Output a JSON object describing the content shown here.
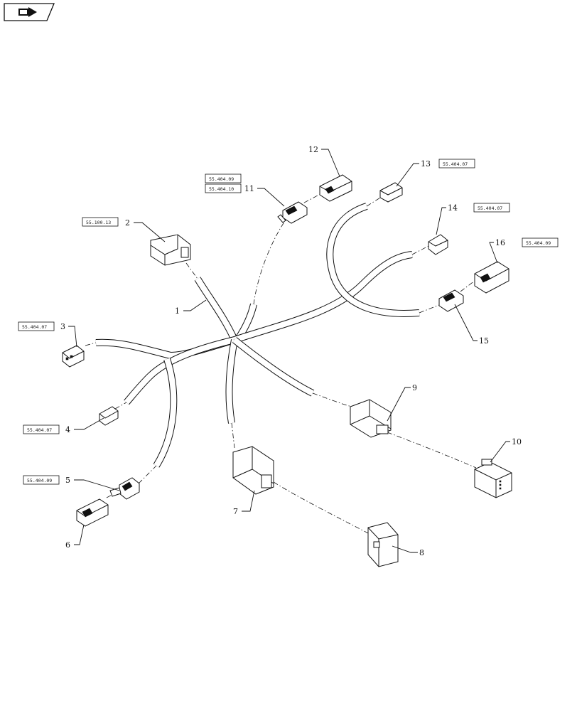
{
  "diagram": {
    "title": "",
    "callouts": [
      "1",
      "2",
      "3",
      "4",
      "5",
      "6",
      "7",
      "8",
      "9",
      "10",
      "11",
      "12",
      "13",
      "14",
      "15",
      "16"
    ],
    "references": {
      "ref_2": "55.100.13",
      "ref_3": "55.404.07",
      "ref_4": "55.404.07",
      "ref_5": "55.404.09",
      "ref_11a": "55.404.09",
      "ref_11b": "55.404.10",
      "ref_13": "55.404.07",
      "ref_14": "55.404.07",
      "ref_16": "55.404.09"
    }
  },
  "icons": {
    "nav": "page-flip-icon"
  }
}
